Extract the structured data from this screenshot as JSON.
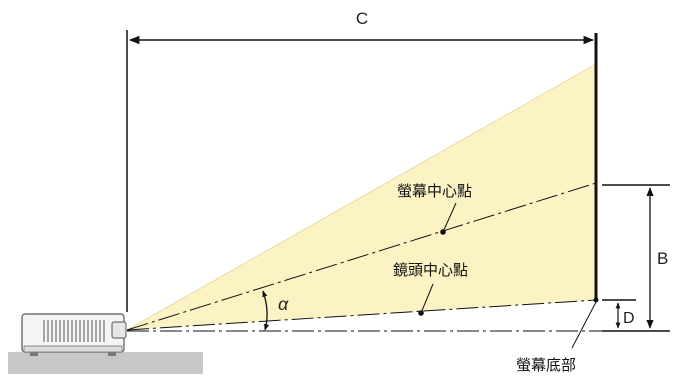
{
  "labels": {
    "width": "C",
    "height_offset": "B",
    "bottom_offset": "D",
    "angle": "α",
    "screen_center": "螢幕中心點",
    "lens_center": "鏡頭中心點",
    "screen_bottom": "螢幕底部"
  },
  "colors": {
    "beam_fill": "#fbf3c4",
    "line": "#111111",
    "floor": "#c8c8c8"
  },
  "icons": {
    "projector": "projector-icon"
  }
}
